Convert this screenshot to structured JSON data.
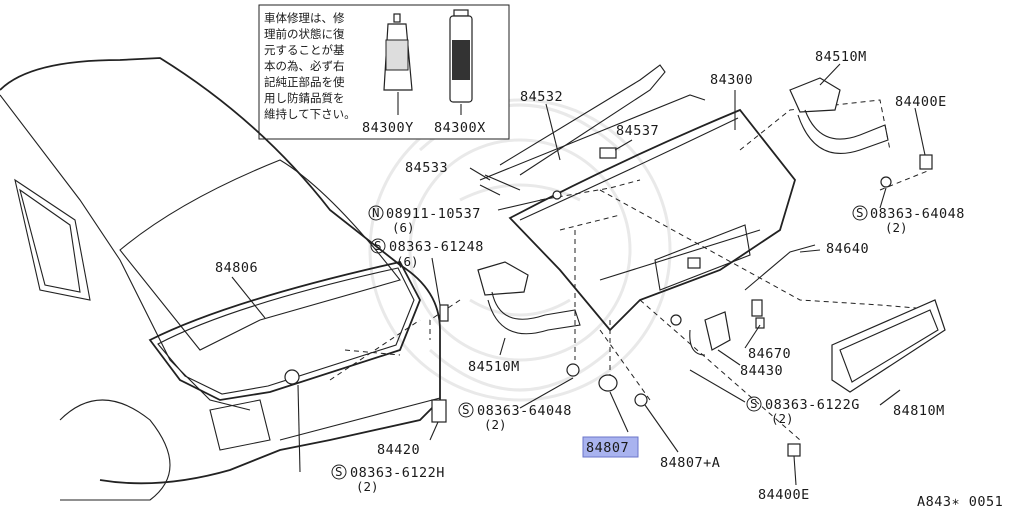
{
  "note": {
    "lines": [
      "車体修理は、修",
      "理前の状態に復",
      "元することが基",
      "本の為、必ず右",
      "記純正部品を使",
      "用し防錆品質を",
      "維持して下さい。"
    ],
    "products": [
      "84300Y",
      "84300X"
    ]
  },
  "labels": {
    "p84532": "84532",
    "p84537": "84537",
    "p84533": "84533",
    "p84300": "84300",
    "p84510M_top": "84510M",
    "p84400E_top": "84400E",
    "n08911": "08911-10537",
    "n08911_qty": "(6)",
    "s08363_61248": "08363-61248",
    "s08363_61248_qty": "(6)",
    "s08363_64048_r": "08363-64048",
    "s08363_64048_r_qty": "(2)",
    "p84806": "84806",
    "p84640": "84640",
    "p84510M_mid": "84510M",
    "p84670": "84670",
    "p84430": "84430",
    "s08363_6122G": "08363-6122G",
    "s08363_6122G_qty": "(2)",
    "p84810M": "84810M",
    "s08363_64048_b": "08363-64048",
    "s08363_64048_b_qty": "(2)",
    "p84420": "84420",
    "p84807": "84807",
    "p84807A": "84807+A",
    "s08363_6122H": "08363-6122H",
    "s08363_6122H_qty": "(2)",
    "p84400E_bot": "84400E",
    "code": "A843∗ 0051"
  },
  "prefix": {
    "S": "S",
    "N": "N"
  },
  "colors": {
    "highlight": "#a9b3ef",
    "line": "#222222",
    "watermark": "#e9e9e9"
  }
}
